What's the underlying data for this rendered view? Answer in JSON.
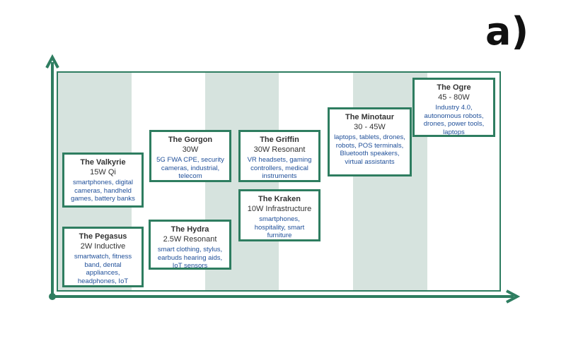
{
  "panel_label": "a)",
  "colors": {
    "accent": "#2e7d60",
    "band": "#d6e3de",
    "app_text": "#1f4f99"
  },
  "cards": {
    "ogre": {
      "name": "The Ogre",
      "spec": "45 - 80W",
      "apps": "Industry 4.0, autonomous robots, drones, power tools, laptops"
    },
    "minotaur": {
      "name": "The Minotaur",
      "spec": "30 - 45W",
      "apps": "laptops, tablets, drones, robots, POS terminals, Bluetooth speakers, virtual assistants"
    },
    "gorgon": {
      "name": "The Gorgon",
      "spec": "30W",
      "apps": "5G FWA CPE, security cameras, industrial, telecom"
    },
    "griffin": {
      "name": "The Griffin",
      "spec": "30W Resonant",
      "apps": "VR headsets, gaming controllers, medical instruments"
    },
    "valkyrie": {
      "name": "The Valkyrie",
      "spec": "15W Qi",
      "apps": "smartphones, digital cameras, handheld games, battery banks"
    },
    "kraken": {
      "name": "The Kraken",
      "spec": "10W Infrastructure",
      "apps": "smartphones, hospitality, smart furniture"
    },
    "hydra": {
      "name": "The Hydra",
      "spec": "2.5W Resonant",
      "apps": "smart clothing, stylus, earbuds hearing aids, IoT sensors"
    },
    "pegasus": {
      "name": "The Pegasus",
      "spec": "2W Inductive",
      "apps": "smartwatch, fitness band, dental appliances, headphones, IoT"
    }
  }
}
